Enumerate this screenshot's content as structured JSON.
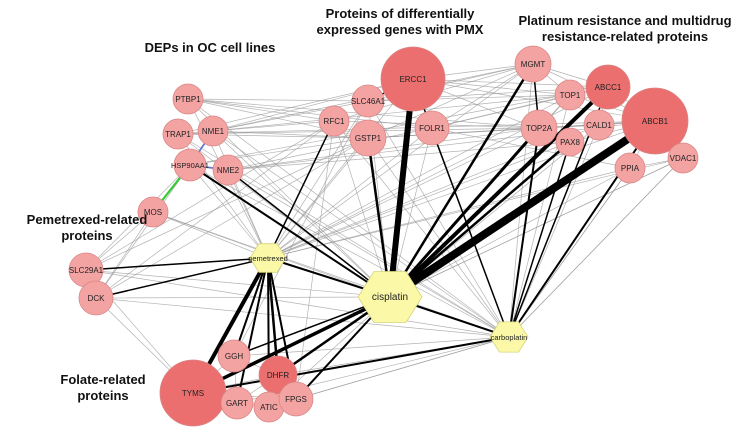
{
  "groups": {
    "deps": "DEPs in OC cell lines",
    "pmx_genes": "Proteins of differentially\nexpressed genes with PMX",
    "platinum": "Platinum resistance and multidrug\nresistance-related proteins",
    "pemetrexed": "Pemetrexed-related\nproteins",
    "folate": "Folate-related\nproteins"
  },
  "colors": {
    "protein_fill": "#f4a3a3",
    "protein_stroke": "#d98585",
    "protein_large_fill": "#ec6f6f",
    "drug_fill": "#fbf9a8",
    "drug_stroke": "#d8d37a",
    "edge_thin": "#9a9a9a",
    "edge_thick": "#000000",
    "edge_green": "#33cc33",
    "edge_blue": "#6677cc"
  },
  "nodes": {
    "PTBP1": "PTBP1",
    "TRAP1": "TRAP1",
    "NME1": "NME1",
    "HSP90AA1": "HSP90AA1",
    "NME2": "NME2",
    "MOS": "MOS",
    "SLC46A1": "SLC46A1",
    "RFC1": "RFC1",
    "ERCC1": "ERCC1",
    "GSTP1": "GSTP1",
    "FOLR1": "FOLR1",
    "MGMT": "MGMT",
    "TOP1": "TOP1",
    "ABCC1": "ABCC1",
    "TOP2A": "TOP2A",
    "CALD1": "CALD1",
    "PAX8": "PAX8",
    "ABCB1": "ABCB1",
    "PPIA": "PPIA",
    "VDAC1": "VDAC1",
    "SLC29A1": "SLC29A1",
    "DCK": "DCK",
    "GGH": "GGH",
    "DHFR": "DHFR",
    "TYMS": "TYMS",
    "GART": "GART",
    "ATIC": "ATIC",
    "FPGS": "FPGS",
    "pemetrexed": "pemetrexed",
    "cisplatin": "cisplatin",
    "carboplatin": "carboplatin"
  }
}
